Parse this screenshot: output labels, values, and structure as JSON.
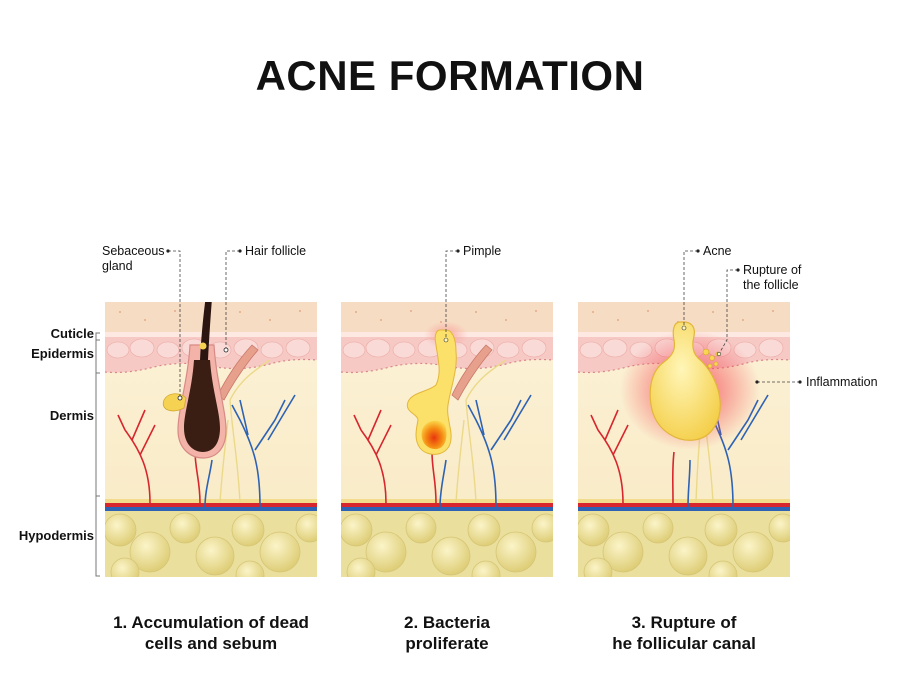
{
  "title": "ACNE FORMATION",
  "layers": {
    "cuticle": "Cuticle",
    "epidermis": "Epidermis",
    "dermis": "Dermis",
    "hypodermis": "Hypodermis"
  },
  "labels": {
    "sebaceous_line1": "Sebaceous",
    "sebaceous_line2": "gland",
    "hair_follicle": "Hair follicle",
    "pimple": "Pimple",
    "acne": "Acne",
    "rupture_line1": "Rupture of",
    "rupture_line2": "the follicle",
    "inflammation": "Inflammation"
  },
  "stages": [
    {
      "line1": "1. Accumulation of dead",
      "line2": "cells and sebum"
    },
    {
      "line1": "2. Bacteria",
      "line2": "proliferate"
    },
    {
      "line1": "3. Rupture of",
      "line2": "he follicular canal"
    }
  ],
  "colors": {
    "cuticle": "#f7dcc4",
    "epidermis": "#f6c9c4",
    "dermis": "#fbf0d2",
    "hypodermis": "#eadf9c",
    "fat_cell": "#e9dc93",
    "artery": "#d7262e",
    "vein": "#2d62b5",
    "nerve": "#ebd98a",
    "hair": "#2a1510",
    "sebum": "#fbe06a",
    "pus": "#f08a17",
    "inflammation": "#f4424e"
  }
}
